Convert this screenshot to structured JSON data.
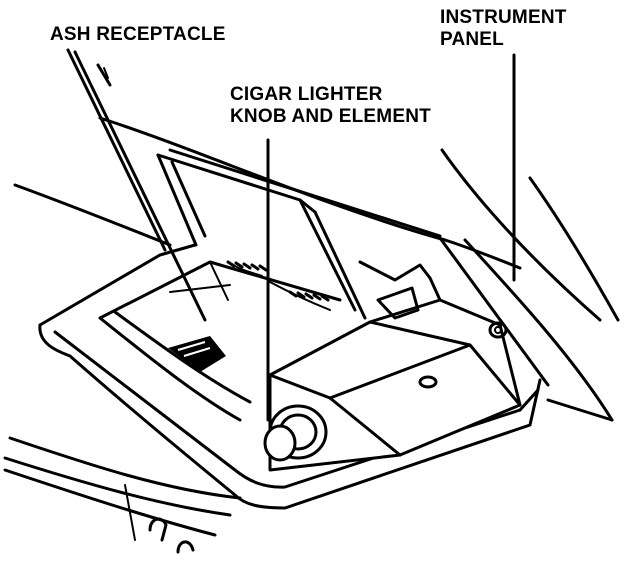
{
  "labels": {
    "ash_receptacle": "ASH RECEPTACLE",
    "instrument_panel_line1": "INSTRUMENT",
    "instrument_panel_line2": "PANEL",
    "cigar_lighter_line1": "CIGAR LIGHTER",
    "cigar_lighter_line2": "KNOB AND ELEMENT"
  },
  "colors": {
    "ink": "#000000",
    "paper": "#ffffff"
  }
}
